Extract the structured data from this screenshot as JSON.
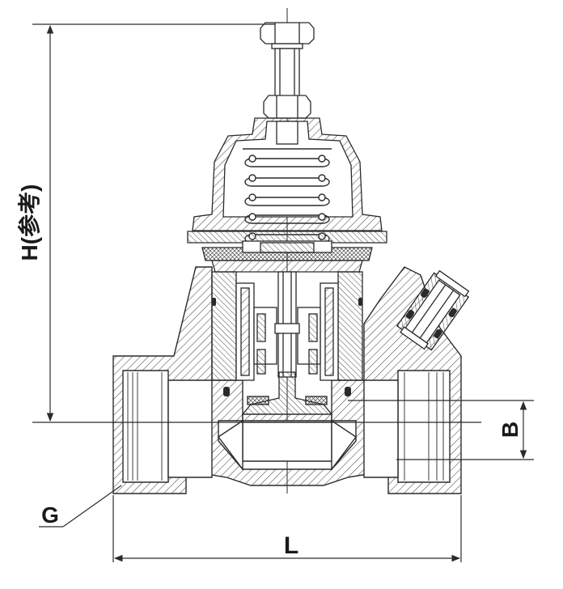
{
  "dimension_labels": {
    "height": "H(参考)",
    "length": "L",
    "offset": "B",
    "thread": "G"
  },
  "colors": {
    "line": "#2a2a2a",
    "hatch": "#4a4a4a",
    "label": "#1a1a1a",
    "background": "#ffffff"
  }
}
